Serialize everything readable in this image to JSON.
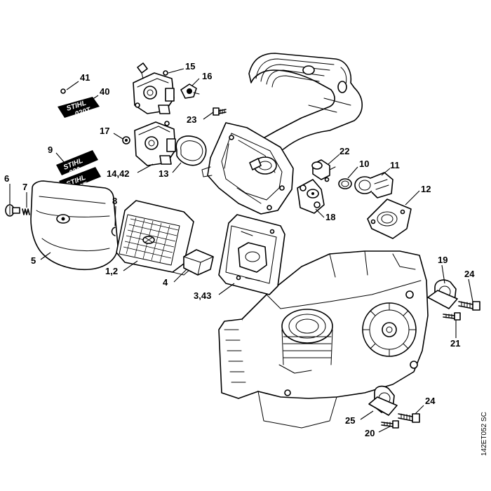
{
  "diagram": {
    "drawing_code": "142ET052 SC",
    "plates": {
      "p40": [
        "STIHL",
        "020T"
      ],
      "p9": [
        "STIHL",
        "020",
        "STIHL",
        "020T"
      ]
    },
    "callouts": [
      {
        "id": "c41",
        "label": "41"
      },
      {
        "id": "c40",
        "label": "40"
      },
      {
        "id": "c15",
        "label": "15"
      },
      {
        "id": "c16",
        "label": "16"
      },
      {
        "id": "c23",
        "label": "23"
      },
      {
        "id": "c17",
        "label": "17"
      },
      {
        "id": "c9",
        "label": "9"
      },
      {
        "id": "c14",
        "label": "14,42"
      },
      {
        "id": "c13",
        "label": "13"
      },
      {
        "id": "c22",
        "label": "22"
      },
      {
        "id": "c10",
        "label": "10"
      },
      {
        "id": "c11",
        "label": "11"
      },
      {
        "id": "c12",
        "label": "12"
      },
      {
        "id": "c18",
        "label": "18"
      },
      {
        "id": "c6",
        "label": "6"
      },
      {
        "id": "c7",
        "label": "7"
      },
      {
        "id": "c8",
        "label": "8"
      },
      {
        "id": "c5",
        "label": "5"
      },
      {
        "id": "c12b",
        "label": "1,2"
      },
      {
        "id": "c4",
        "label": "4"
      },
      {
        "id": "c343",
        "label": "3,43"
      },
      {
        "id": "c19",
        "label": "19"
      },
      {
        "id": "c24a",
        "label": "24"
      },
      {
        "id": "c21",
        "label": "21"
      },
      {
        "id": "c24b",
        "label": "24"
      },
      {
        "id": "c25",
        "label": "25"
      },
      {
        "id": "c20",
        "label": "20"
      }
    ]
  }
}
